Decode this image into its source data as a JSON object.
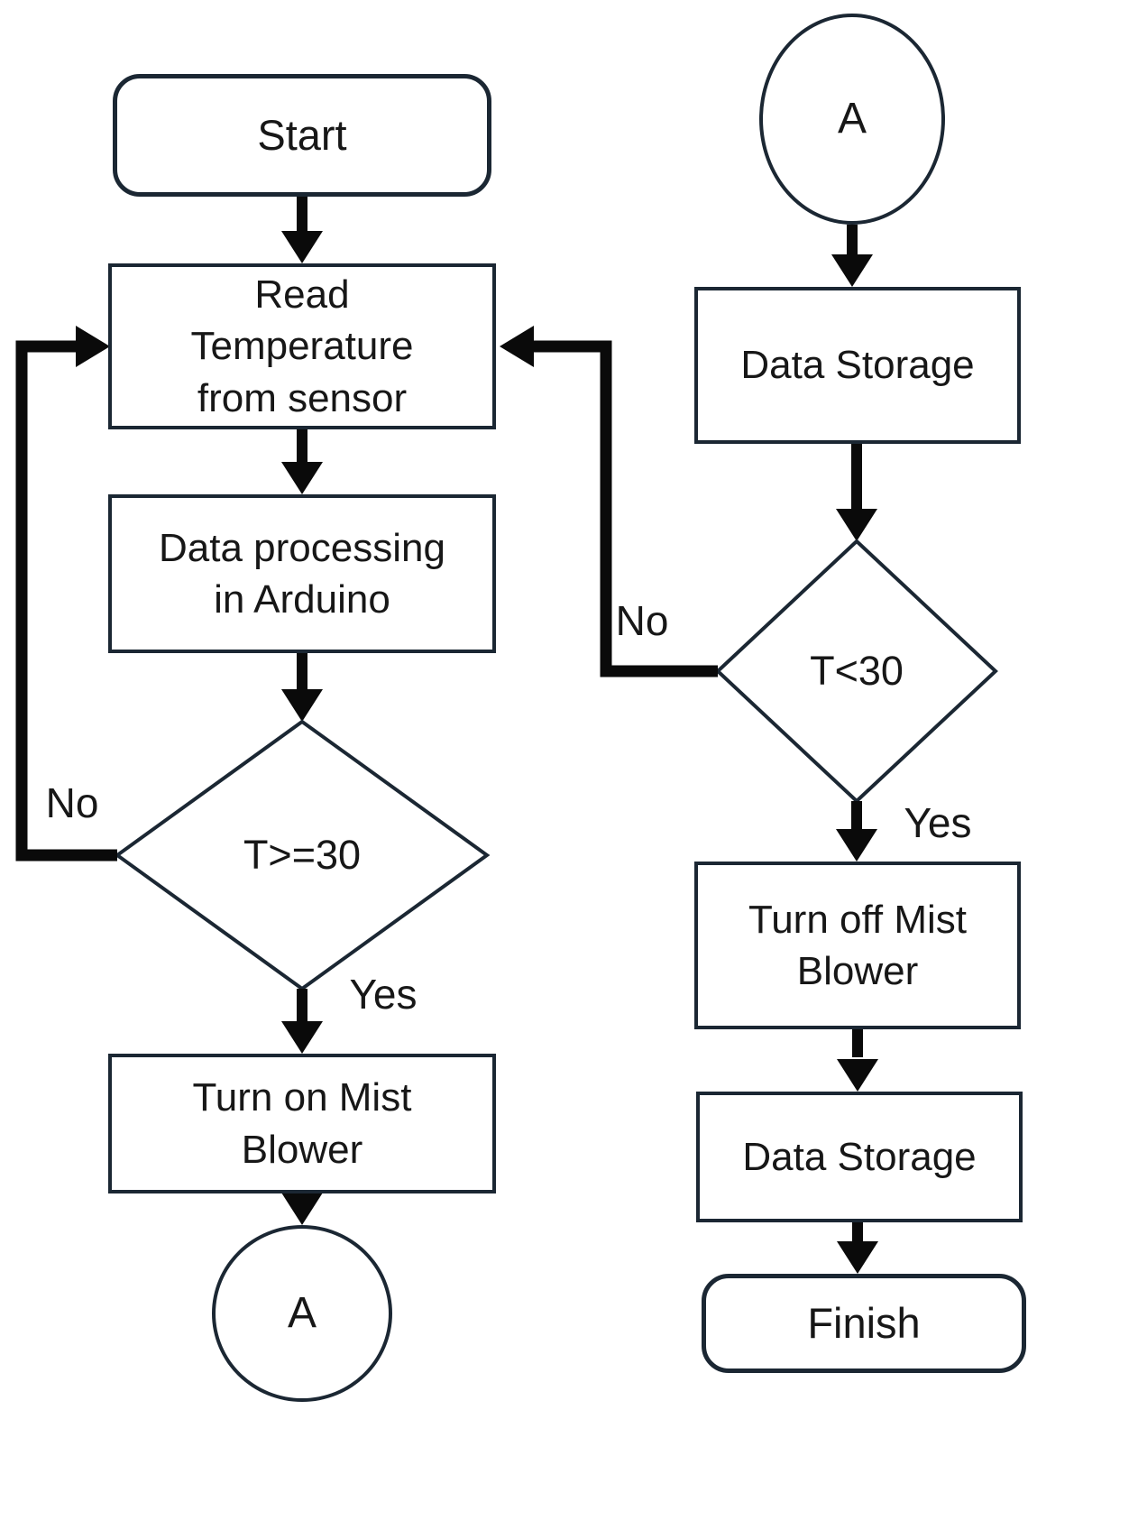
{
  "figure": {
    "type": "flowchart",
    "colors": {
      "background": "#ffffff",
      "shape_stroke": "#1b2733",
      "arrow": "#0a0a0a",
      "text": "#171717"
    },
    "left_branch": {
      "start": "Start",
      "read_temperature": "Read\nTemperature\nfrom sensor",
      "data_processing": "Data processing\nin Arduino",
      "decision": "T>=30",
      "no_label": "No",
      "yes_label": "Yes",
      "turn_on": "Turn on Mist\nBlower",
      "connector": "A"
    },
    "right_branch": {
      "connector": "A",
      "data_storage_top": "Data Storage",
      "decision": "T<30",
      "no_label": "No",
      "yes_label": "Yes",
      "turn_off": "Turn off Mist\nBlower",
      "data_storage_bottom": "Data Storage",
      "finish": "Finish"
    }
  }
}
